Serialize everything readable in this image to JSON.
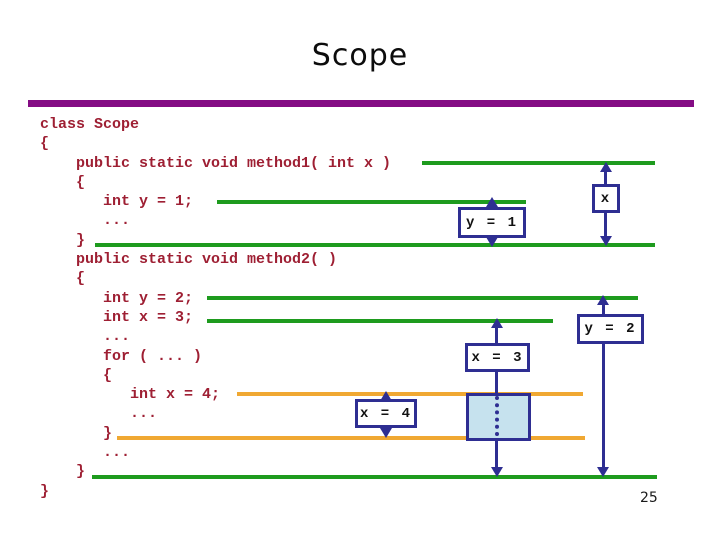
{
  "slide": {
    "title": "Scope",
    "page_number": "25"
  },
  "colors": {
    "divider_purple": "#840c84",
    "code_text_red": "#9e1f33",
    "method_scope_green": "#1e9b1e",
    "loop_scope_orange": "#f0a832",
    "arrow_navy": "#2e2e92",
    "shadowed_scope_fill": "#c6e2ee"
  },
  "code": {
    "lines": [
      "class Scope",
      "{",
      "    public static void method1( int x )",
      "    {",
      "       int y = 1;",
      "       ...",
      "    }",
      "    public static void method2( )",
      "    {",
      "       int y = 2;",
      "       int x = 3;",
      "       ...",
      "       for ( ... )",
      "       {",
      "          int x = 4;",
      "          ...",
      "       }",
      "       ...",
      "    }",
      "}"
    ]
  },
  "boxes": {
    "x_param": {
      "label": "x"
    },
    "y1": {
      "label": "y = 1"
    },
    "y2": {
      "label": "y = 2"
    },
    "x3": {
      "label": "x = 3"
    },
    "x4": {
      "label": "x = 4"
    }
  }
}
